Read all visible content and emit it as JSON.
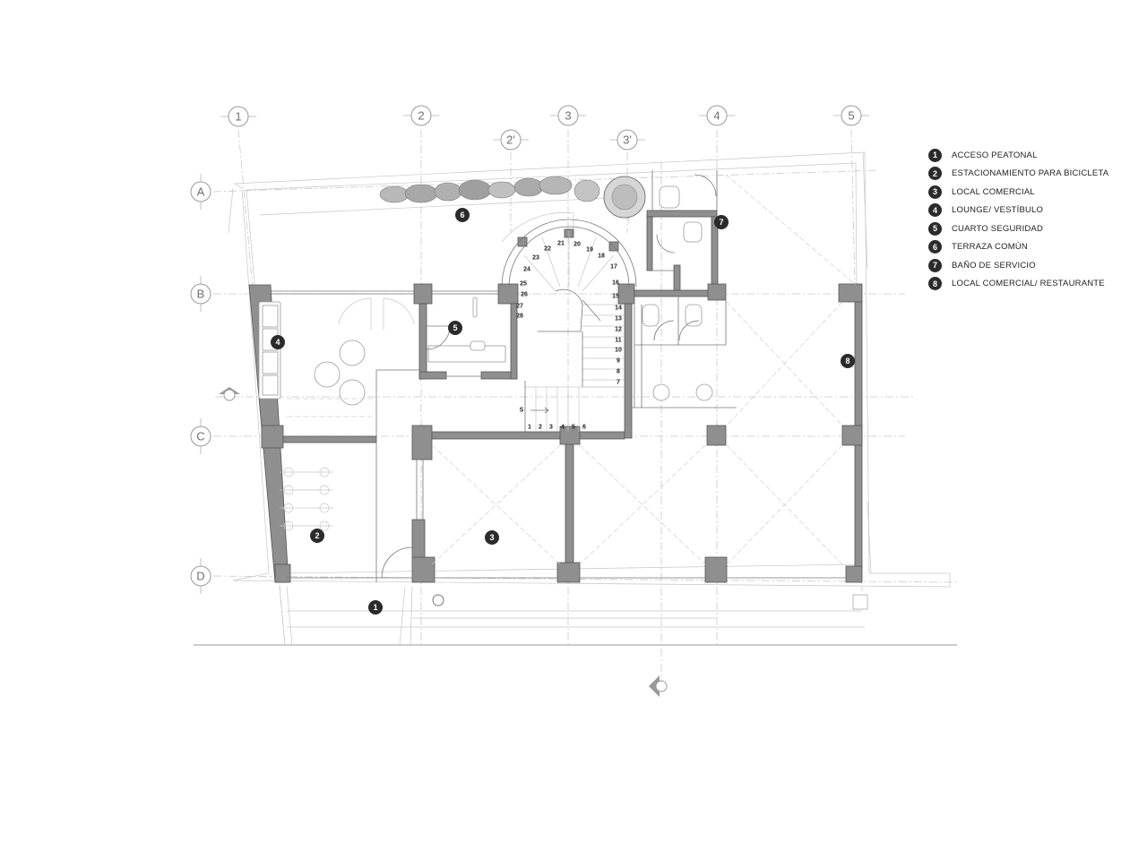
{
  "grid_columns": [
    "1",
    "2",
    "3",
    "4",
    "5"
  ],
  "grid_columns_secondary": [
    "2'",
    "3'"
  ],
  "grid_rows": [
    "A",
    "B",
    "C",
    "D"
  ],
  "legend": [
    {
      "number": "1",
      "label": "ACCESO PEATONAL"
    },
    {
      "number": "2",
      "label": "ESTACIONAMIENTO PARA BICICLETA"
    },
    {
      "number": "3",
      "label": "LOCAL COMERCIAL"
    },
    {
      "number": "4",
      "label": "LOUNGE/ VESTÍBULO"
    },
    {
      "number": "5",
      "label": "CUARTO SEGURIDAD"
    },
    {
      "number": "6",
      "label": "TERRAZA COMÚN"
    },
    {
      "number": "7",
      "label": "BAÑO DE SERVICIO"
    },
    {
      "number": "8",
      "label": "LOCAL COMERCIAL/ RESTAURANTE"
    }
  ],
  "room_markers": [
    "1",
    "2",
    "3",
    "4",
    "5",
    "6",
    "7",
    "8"
  ],
  "stair": {
    "start_label": "S",
    "steps_lower": [
      "1",
      "2",
      "3",
      "4",
      "5",
      "6"
    ],
    "steps_flight": [
      "7",
      "8",
      "9",
      "10",
      "11",
      "12",
      "13",
      "14",
      "15",
      "16"
    ],
    "steps_spiral": [
      "17",
      "18",
      "19",
      "20",
      "21",
      "22",
      "23",
      "24",
      "25",
      "26",
      "27",
      "28"
    ]
  },
  "colors": {
    "wall_fill": "#8f8f8f",
    "marker_fill": "#2b2b2b",
    "line": "#777777",
    "faint": "#c6c6c6"
  }
}
